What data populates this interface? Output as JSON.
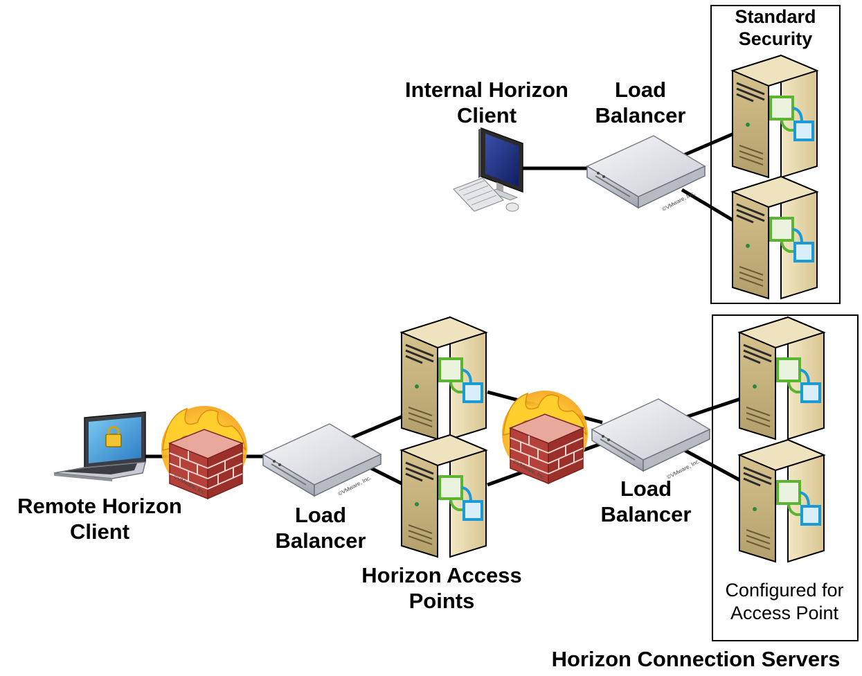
{
  "labels": {
    "internal_client": [
      "Internal Horizon",
      "Client"
    ],
    "load_balancer_top": [
      "Load",
      "Balancer"
    ],
    "standard_security": [
      "Standard",
      "Security"
    ],
    "remote_client": [
      "Remote Horizon",
      "Client"
    ],
    "load_balancer_left": [
      "Load",
      "Balancer"
    ],
    "access_points": [
      "Horizon Access",
      "Points"
    ],
    "load_balancer_right": [
      "Load",
      "Balancer"
    ],
    "configured_for": [
      "Configured for",
      "Access Point"
    ],
    "connection_servers": "Horizon Connection Servers"
  },
  "device_marks": {
    "appliance": "©VMware, Inc.",
    "firewall": "©VMware, Inc."
  },
  "icons": {
    "desktop": "desktop-computer-icon",
    "laptop": "laptop-lock-icon",
    "appliance": "load-balancer-appliance-icon",
    "server": "tower-server-icon",
    "firewall": "firewall-icon"
  },
  "colors": {
    "server_body": "#e8d9a8",
    "server_front": "#cbb681",
    "logo_green": "#5cb531",
    "logo_blue": "#1a9ad6",
    "brick": "#b5423a",
    "flame": "#f6b21a",
    "line": "#000000"
  }
}
